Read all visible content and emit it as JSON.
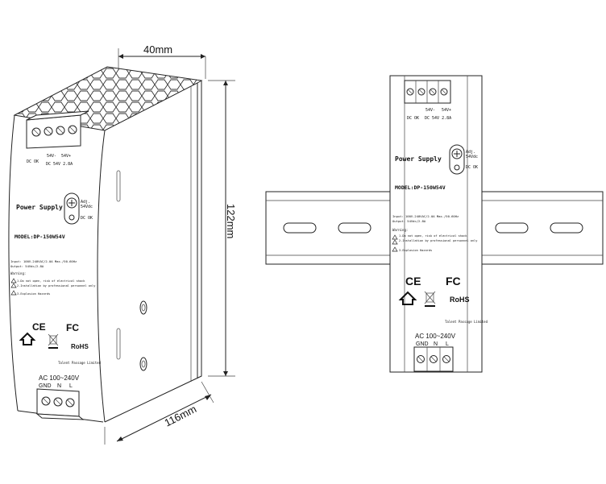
{
  "dimensions": {
    "width": "40mm",
    "height": "122mm",
    "depth": "116mm"
  },
  "front_labels": {
    "dc_ok": "DC OK",
    "v_minus": "54V-",
    "v_plus": "54V+",
    "out_spec": "DC 54V  2.8A",
    "title": "Power Supply",
    "adj": "Adj.",
    "adj_value": "54Vdc",
    "dc_ok_led": "DC OK",
    "model": "MODEL:DP-150W54V",
    "input": "Input: 100V-240VAC/2.0A Max./50-60Hz",
    "output": "Output: 54Vdc/2.8A",
    "warning": "Warning:",
    "warn1": "1.Do not open, risk of electrical shock",
    "warn2": "2.Installation by professional personnel only",
    "warn3": "3.Explosion Hazards",
    "company": "Talent Passage Limited",
    "ac": "AC 100~240V",
    "gnd": "GND",
    "n": "N",
    "l": "L",
    "ce": "CE",
    "fc": "FC",
    "rohs": "RoHS"
  },
  "icons": [
    "terminal-screw-icon",
    "adjust-potentiometer-icon",
    "warning-triangle-icon",
    "ce-mark-icon",
    "fc-mark-icon",
    "house-icon",
    "weee-bin-icon",
    "rohs-icon"
  ]
}
